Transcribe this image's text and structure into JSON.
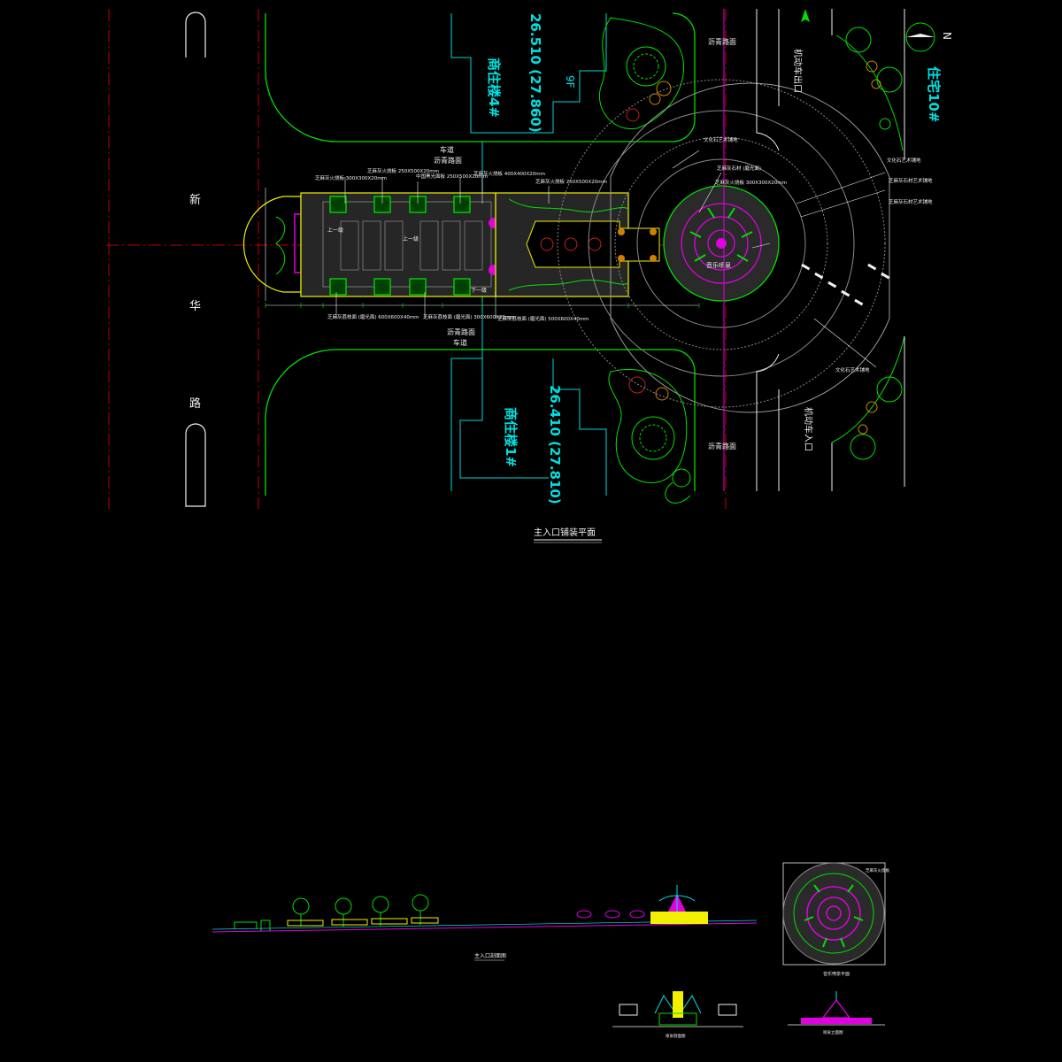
{
  "colors": {
    "background": "#000000",
    "green": "#00e000",
    "yellow": "#f0f000",
    "cyan": "#00e0e0",
    "magenta": "#e000e0",
    "red": "#e00000",
    "white": "#f0f0f0",
    "gray": "#8a8a8a",
    "orange": "#d08000"
  },
  "icons": {
    "north_arrow": "north-arrow-icon"
  },
  "plan": {
    "title": "主入口铺装平面",
    "road_label_chars": [
      "新",
      "华",
      "路"
    ],
    "north_letter": "N",
    "building_top": {
      "name": "商住楼4#",
      "elevation": "26.510 (27.860)",
      "floors": "9F"
    },
    "building_bottom": {
      "name": "商住楼1#",
      "elevation": "26.410 (27.810)"
    },
    "residence_label": "住宅10#",
    "exit_label": "机动车出口",
    "entry_label": "机动车入口",
    "road_section_top": "沥青路面",
    "road_section_bottom": "沥青路面",
    "lane_top": [
      "车道",
      "沥青路面"
    ],
    "lane_bottom": [
      "沥青路面",
      "车道"
    ],
    "fountain_label": "音乐喷泉",
    "callouts_top": [
      "芝麻灰火烧板 300X300X20mm",
      "芝麻灰火烧板 250X500X20mm",
      "中国黑光面板 250X500X20mm",
      "芝麻灰火烧板 400X400X20mm",
      "芝麻灰火烧板 250X500X20mm"
    ],
    "callouts_top_right": [
      "文化石艺术铺地",
      "芝麻灰石材 (磨光面)",
      "芝麻灰火烧板 300X300X20mm"
    ],
    "callouts_bottom": [
      "芝麻灰荔枝面 (磨光面) 600X600X40mm",
      "芝麻灰荔枝面 (磨光面) 300X600X20mm",
      "芝麻灰荔枝面 (磨光面) 500X600X40mm"
    ],
    "callouts_right": [
      "文化石艺术铺地",
      "芝麻灰石材艺术铺地",
      "芝麻灰石材艺术铺地",
      "文化石艺术铺地"
    ],
    "step_labels": [
      "上一级",
      "上一级",
      "下一级"
    ]
  },
  "section": {
    "title": "主入口剖面图"
  },
  "detail_plan": {
    "title": "音乐喷泉平面",
    "note": "芝麻灰火烧板"
  },
  "detail_section_a": {
    "title": "喷泉剖面图"
  },
  "detail_section_b": {
    "title": "喷泉立面图"
  }
}
